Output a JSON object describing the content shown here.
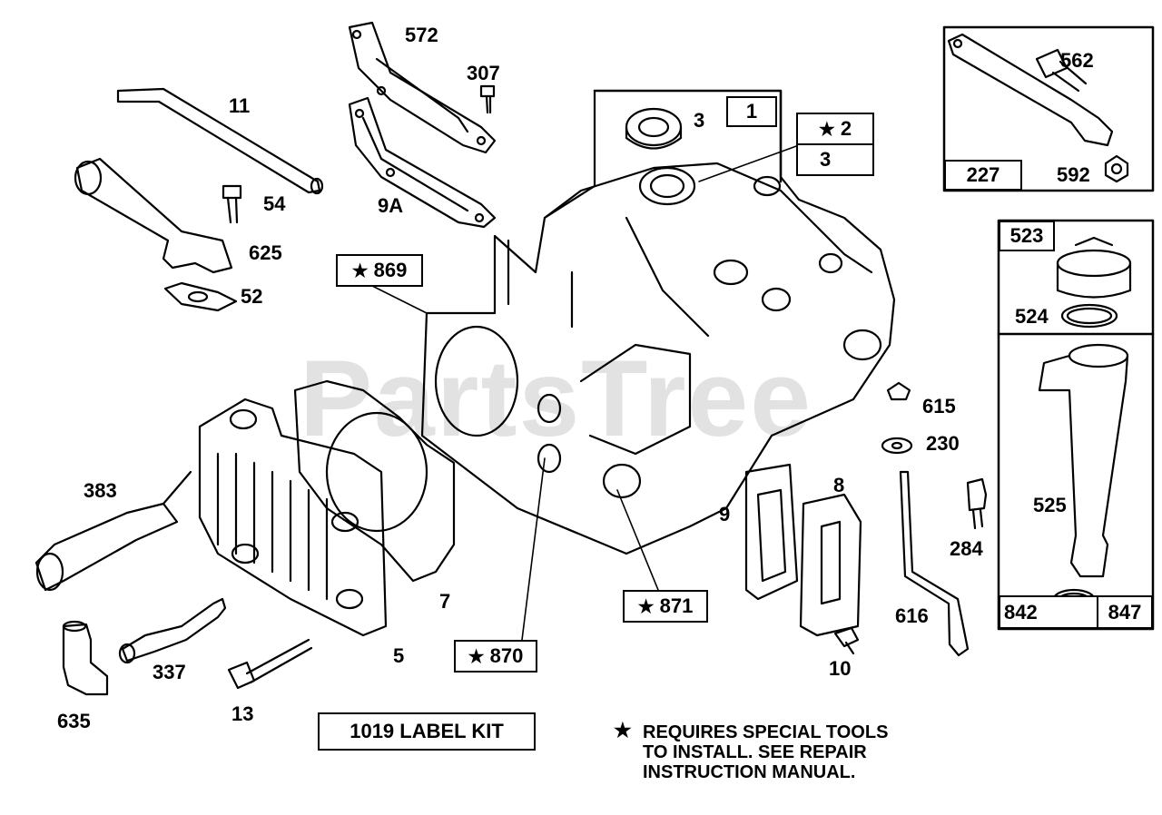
{
  "watermark": "PartsTree",
  "callouts": {
    "c11": "11",
    "c572": "572",
    "c307": "307",
    "c54": "54",
    "c625": "625",
    "c52": "52",
    "c9a": "9A",
    "c3": "3",
    "c1": "1",
    "c2": "2",
    "c3b": "3",
    "c869": "869",
    "c562": "562",
    "c227": "227",
    "c592": "592",
    "c523": "523",
    "c524": "524",
    "c525": "525",
    "c842": "842",
    "c847": "847",
    "c615": "615",
    "c230": "230",
    "c284": "284",
    "c616": "616",
    "c8": "8",
    "c9": "9",
    "c10": "10",
    "c871": "871",
    "c870": "870",
    "c7": "7",
    "c5": "5",
    "c383": "383",
    "c337": "337",
    "c13": "13",
    "c635": "635"
  },
  "star_symbol": "★",
  "label_kit": "1019 LABEL KIT",
  "note": {
    "line1": "REQUIRES SPECIAL TOOLS",
    "line2": "TO INSTALL.  SEE REPAIR",
    "line3": "INSTRUCTION MANUAL."
  }
}
